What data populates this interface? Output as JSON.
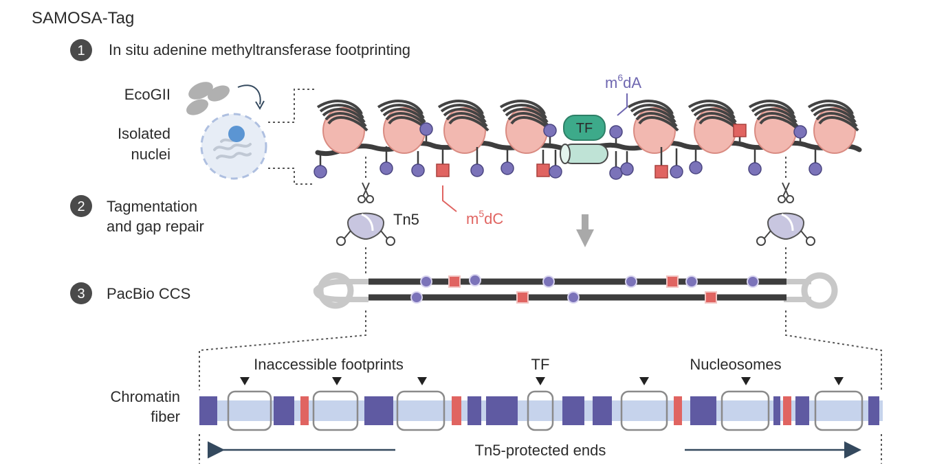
{
  "title": "SAMOSA-Tag",
  "steps": [
    {
      "number": "1",
      "label": "In situ adenine methyltransferase footprinting"
    },
    {
      "number": "2",
      "label_line1": "Tagmentation",
      "label_line2": "and gap repair"
    },
    {
      "number": "3",
      "label": "PacBio CCS"
    }
  ],
  "labels": {
    "ecogii": "EcoGII",
    "isolated_line1": "Isolated",
    "isolated_line2": "nuclei",
    "tf": "TF",
    "m6da_base": "m",
    "m6da_sup": "6",
    "m6da_rest": "dA",
    "m5dc_base": "m",
    "m5dc_sup": "5",
    "m5dc_rest": "dC",
    "tn5": "Tn5",
    "chromatin_line1": "Chromatin",
    "chromatin_line2": "fiber",
    "inaccessible": "Inaccessible footprints",
    "tf_track": "TF",
    "nucleosomes": "Nucleosomes",
    "protected_ends": "Tn5-protected ends"
  },
  "colors": {
    "step_circle": "#4a4a4a",
    "histone": "#f2b8b0",
    "histone_edge": "#d98b82",
    "dna": "#3d3d3d",
    "m6da": "#7b73b9",
    "m5dc": "#e06461",
    "tf": "#3daa8a",
    "tf_dna": "#bfe3d6",
    "gray": "#a9a9a9",
    "fiber_bg": "#c6d3ec",
    "fiber_block": "#5f5aa2",
    "arrow": "#34495e"
  },
  "icons": [
    "scissors-icon",
    "tn5-icon",
    "nucleus-icon",
    "ecogii-icon",
    "down-arrow-icon"
  ]
}
